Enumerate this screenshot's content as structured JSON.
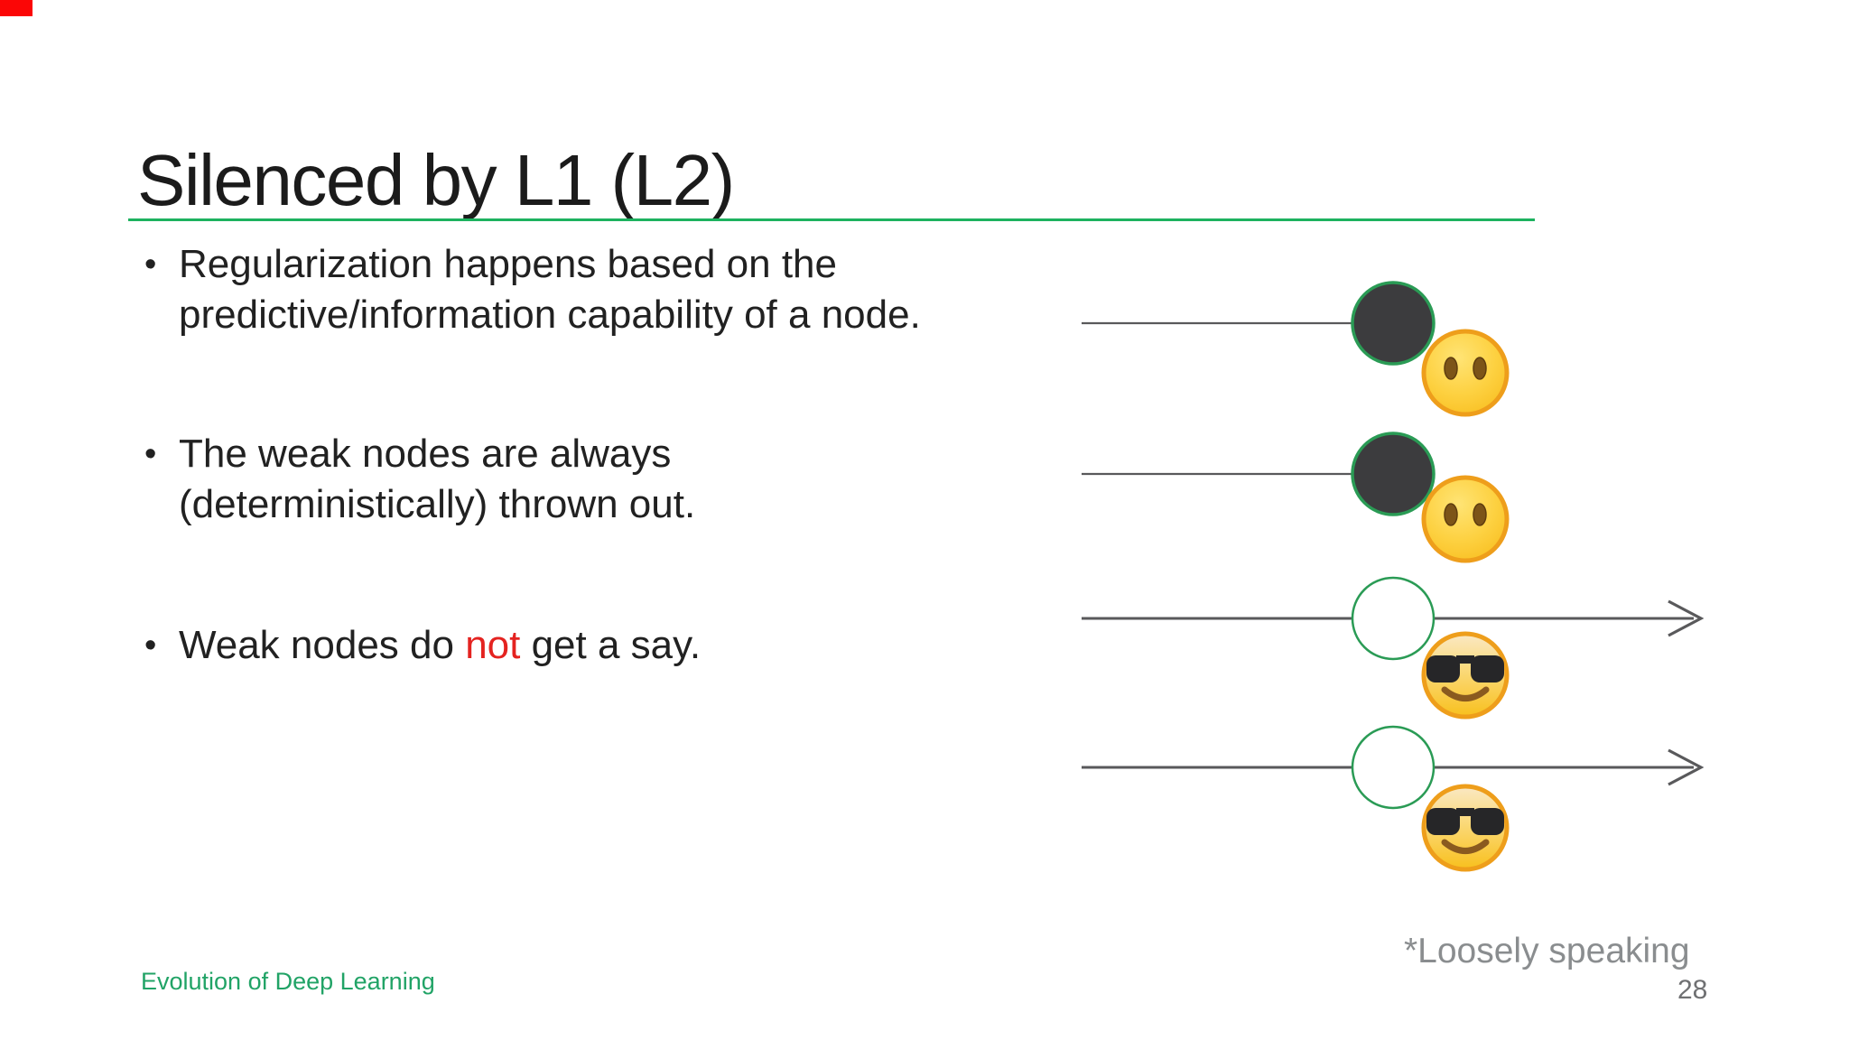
{
  "slide": {
    "title": "Silenced by L1 (L2)",
    "bullets": [
      {
        "text": "Regularization happens based on the\npredictive/information capability of a node."
      },
      {
        "text": "The weak nodes are always\n(deterministically) thrown out."
      },
      {
        "pre": "Weak nodes do ",
        "highlight": "not",
        "post": " get a say."
      }
    ],
    "bullet_marker": "•",
    "footnote": "*Loosely speaking",
    "footer": "Evolution of Deep Learning",
    "page_number": "28"
  },
  "diagram": {
    "rows": [
      {
        "node": "filled",
        "emoji": "face-without-mouth",
        "arrow": false
      },
      {
        "node": "filled",
        "emoji": "face-without-mouth",
        "arrow": false
      },
      {
        "node": "open",
        "emoji": "smiling-face-with-sunglasses",
        "arrow": true
      },
      {
        "node": "open",
        "emoji": "smiling-face-with-sunglasses",
        "arrow": true
      }
    ]
  },
  "colors": {
    "divider_green": "#1db25f",
    "node_border_green": "#2a9b55",
    "node_fill_dark": "#3c3c3e",
    "line_gray": "#59595b",
    "highlight_red": "#e42320",
    "footer_green": "#21a366",
    "footnote_gray": "#8a8d8f",
    "page_number_gray": "#6f7072",
    "corner_red": "#fb0606"
  }
}
